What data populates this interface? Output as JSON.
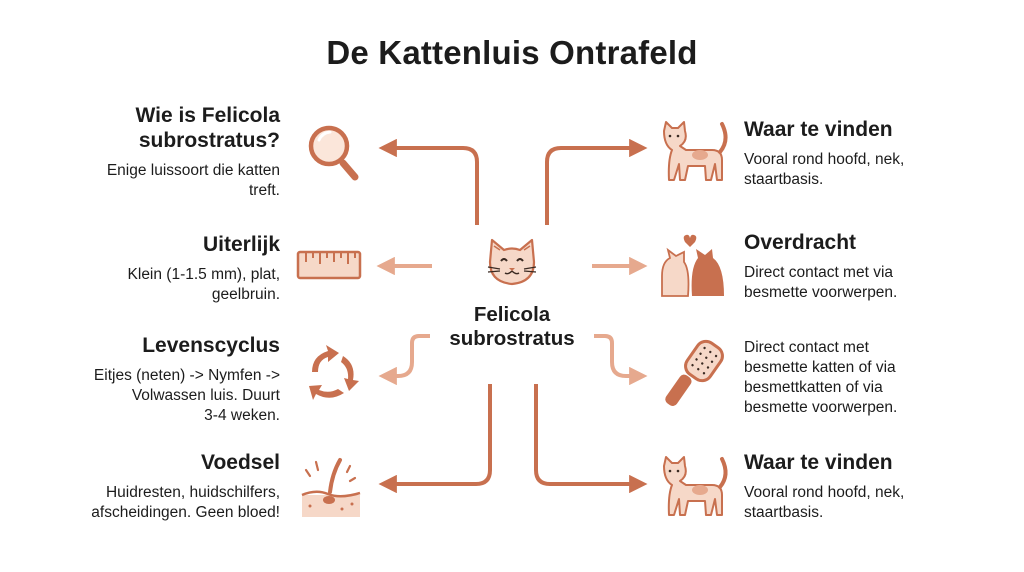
{
  "title": "De Kattenluis Ontrafeld",
  "center": {
    "label_line1": "Felicola",
    "label_line2": "subrostratus",
    "icon": "cat-face-icon"
  },
  "left": [
    {
      "heading_line1": "Wie is Felicola",
      "heading_line2": "subrostratus?",
      "desc_line1": "Enige luissoort die katten",
      "desc_line2": "treft.",
      "icon": "magnifier-icon"
    },
    {
      "heading": "Uiterlijk",
      "desc_line1": "Klein (1-1.5 mm), plat,",
      "desc_line2": "geelbruin.",
      "icon": "ruler-icon"
    },
    {
      "heading": "Levenscyclus",
      "desc_line1": "Eitjes (neten) -> Nymfen ->",
      "desc_line2": "Volwassen luis. Duurt",
      "desc_line3": "3-4 weken.",
      "icon": "cycle-arrows-icon"
    },
    {
      "heading": "Voedsel",
      "desc_line1": "Huidresten, huidschilfers,",
      "desc_line2": "afscheidingen. Geen bloed!",
      "icon": "skin-hair-icon"
    }
  ],
  "right": [
    {
      "heading": "Waar te vinden",
      "desc_line1": "Vooral rond hoofd, nek,",
      "desc_line2": "staartbasis.",
      "icon": "cat-standing-icon"
    },
    {
      "heading": "Overdracht",
      "desc_line1": "Direct contact met via",
      "desc_line2": "besmette voorwerpen.",
      "icon": "two-cats-heart-icon"
    },
    {
      "desc_line1": "Direct contact met",
      "desc_line2": "besmette katten of via",
      "desc_line3": "besmettkatten of via",
      "desc_line4": "besmette voorwerpen.",
      "icon": "grooming-brush-icon"
    },
    {
      "heading": "Waar te vinden",
      "desc_line1": "Vooral rond hoofd, nek,",
      "desc_line2": "staartbasis.",
      "icon": "cat-standing-icon"
    }
  ],
  "colors": {
    "accent": "#c8704f",
    "accent_light": "#e6a98e",
    "fill": "#f6d8c8",
    "text": "#1c1c1c"
  }
}
